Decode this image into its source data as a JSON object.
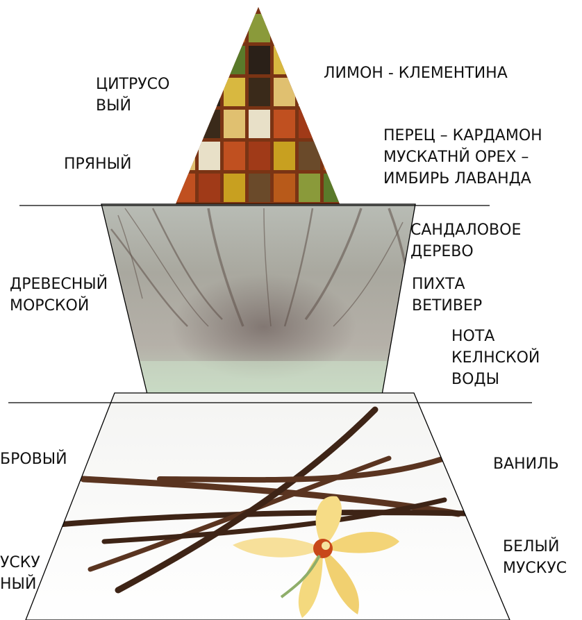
{
  "colors": {
    "text": "#111111",
    "line": "#000000",
    "spice_box": "#8a3d16",
    "wood_light": "#c9cec3",
    "wood_dark": "#6a5a4a",
    "vanilla_pod": "#4a2a1a",
    "flower": "#f7df8a",
    "flower_center": "#c8481a"
  },
  "top_tier": {
    "image_icon": "spice-grid-icon",
    "left_labels": [
      "ЦИТРУСО\nВЫЙ",
      "ПРЯНЫЙ"
    ],
    "right_labels": [
      "ЛИМОН - КЛЕМЕНТИНА",
      "ПЕРЕЦ – КАРДАМОН\nМУСКАТНЙ ОРЕХ –\nИМБИРЬ ЛАВАНДА"
    ]
  },
  "middle_tier": {
    "image_icon": "wood-grain-icon",
    "left_labels": [
      "ДРЕВЕСНЫЙ\nМОРСКОЙ"
    ],
    "right_labels": [
      "САНДАЛОВОЕ\nДЕРЕВО",
      "ПИХТА\nВЕТИВЕР",
      "НОТА\nКЕЛНСКОЙ\nВОДЫ"
    ]
  },
  "bottom_tier": {
    "image_icon": "vanilla-flower-icon",
    "left_labels": [
      "БРОВЫЙ",
      "УСКУ\nНЫЙ"
    ],
    "right_labels": [
      "ВАНИЛЬ",
      "БЕЛЫЙ\nМУСКУС"
    ]
  }
}
